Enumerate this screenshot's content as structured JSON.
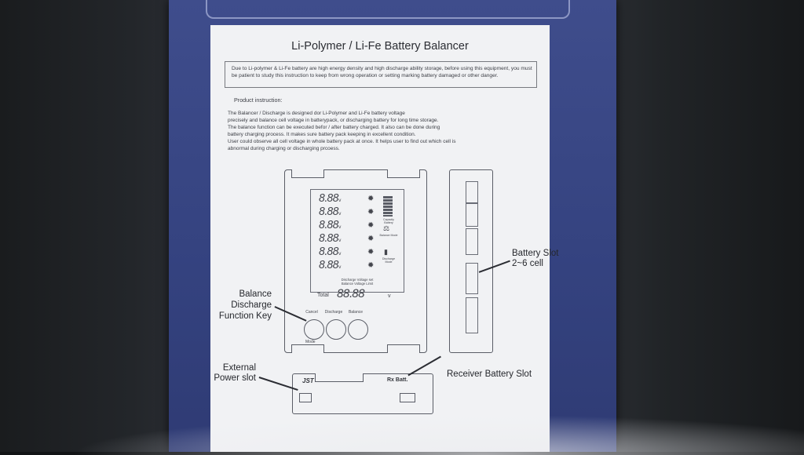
{
  "sheet": {
    "title": "Li-Polymer / Li-Fe Battery Balancer",
    "warning": "Due to Li-polymer & Li-Fe battery are high energy density and high discharge ability storage, before using this equipment, you must be patient to study this instruction to keep from wrong operation or setting marking battery damaged or other danger.",
    "product_heading": "Product instruction:",
    "body_lines": [
      "The Balancer / Discharge is designed dor Li-Polymer and Li-Fe battery voltage",
      "precisely and balance cell voltage in batterypack, or discharging battery for long time storage.",
      "The balance function can be executed befor / after battery charged. It also can be done during",
      "battery charging process. It makes sure battery pack keeping in excellent condition.",
      "User could observe all cell voltage in whole battery pack at once. It helps user to find out which cell is",
      "abnormal during charging or discharging prcoess."
    ]
  },
  "lcd": {
    "digit_text": "8.88",
    "unit_v": "v",
    "indicator_capacity": "Capacity Battery",
    "indicator_balance": "Balance Mode",
    "indicator_discharge": "Discharge Mode",
    "footer_line1": "Discharge Voltage set",
    "footer_line2": "Balance Voltage Limit",
    "total_label": "Total",
    "total_value": "88.88",
    "total_unit": "v"
  },
  "buttons": {
    "cancel": "Cancel",
    "discharge": "Discharge",
    "balance": "Balance",
    "mode": "Mode"
  },
  "bottom": {
    "jst": "JST",
    "rx": "Rx Batt."
  },
  "callouts": {
    "balance_key_1": "Balance",
    "balance_key_2": "Discharge",
    "balance_key_3": "Function Key",
    "battery_slot_1": "Battery Slot",
    "battery_slot_2": "2~6 cell",
    "external_1": "External",
    "external_2": "Power slot",
    "receiver": "Receiver Battery Slot"
  }
}
